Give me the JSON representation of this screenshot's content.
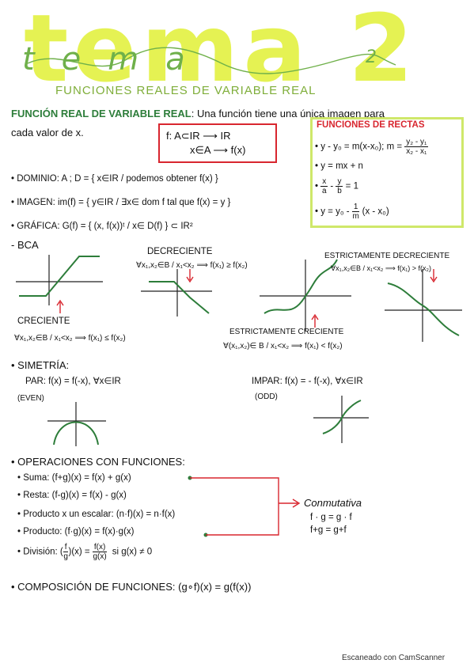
{
  "header": {
    "big_title": "tema 2",
    "script_title": "tema",
    "script_number": "2",
    "subtitle": "FUNCIONES REALES DE VARIABLE REAL"
  },
  "definition": {
    "heading": "FUNCIÓN REAL DE VARIABLE REAL",
    "text1": ": Una función tiene una única imagen para",
    "text2": "cada valor de x.",
    "boxed_line1": "f: A⊂IR ⟶ IR",
    "boxed_line2": "x∈A ⟶ f(x)"
  },
  "rectas": {
    "heading": "FUNCIONES DE RECTAS",
    "eq1": "y - y₀ = m(x-x₀); m =",
    "eq1_num": "y₂ - y₁",
    "eq1_den": "x₂ - x₁",
    "eq2": "y = mx + n",
    "eq3_a_num": "x",
    "eq3_a_den": "a",
    "eq3_b_num": "y",
    "eq3_b_den": "b",
    "eq3_tail": "= 1",
    "eq4_head": "y = y₀ -",
    "eq4_num": "1",
    "eq4_den": "m",
    "eq4_tail": "(x - x₀)"
  },
  "items": {
    "dominio": "• DOMINIO: A ; D = { x∈IR / podemos obtener f(x) }",
    "imagen": "• IMAGEN: im(f) = { y∈IR / ∃x∈ dom f tal que f(x) = y }",
    "grafica": "• GRÁFICA: G(f) = { (x, f(x))ᵗ / x∈ D(f) } ⊂ IR²",
    "bca": "- BCA"
  },
  "monotonia": {
    "decreciente_label": "DECRECIENTE",
    "decreciente_def": "∀x₁,x₂∈B / x₁<x₂ ⟹ f(x₁) ≥ f(x₂)",
    "estr_decreciente_label": "ESTRICTAMENTE DECRECIENTE",
    "estr_decreciente_def": "∀x₁,x₂∈B / x₁<x₂ ⟹ f(x₁) > f(x₂)",
    "creciente_label": "CRECIENTE",
    "creciente_def": "∀x₁,x₂∈B / x₁<x₂ ⟹ f(x₁) ≤ f(x₂)",
    "estr_creciente_label": "ESTRICTAMENTE CRECIENTE",
    "estr_creciente_def": "∀(x₁,x₂)∈ B / x₁<x₂ ⟹ f(x₁) < f(x₂)"
  },
  "simetria": {
    "heading": "• SIMETRÍA:",
    "par": "PAR: f(x) = f(-x), ∀x∈IR",
    "even": "(EVEN)",
    "impar": "IMPAR: f(x) = - f(-x), ∀x∈IR",
    "odd": "(ODD)"
  },
  "operaciones": {
    "heading": "• OPERACIONES CON FUNCIONES:",
    "suma": "• Suma: (f+g)(x) = f(x) + g(x)",
    "resta": "• Resta: (f-g)(x) = f(x) - g(x)",
    "producto_escalar": "• Producto x un escalar: (n·f)(x) = n·f(x)",
    "producto": "• Producto: (f·g)(x) = f(x)·g(x)",
    "division_head": "• División: (",
    "division_num_f": "f",
    "division_den_g": "g",
    "division_mid": ")(x) =",
    "division_num": "f(x)",
    "division_den": "g(x)",
    "division_tail": "si g(x) ≠ 0",
    "conmutativa": "Conmutativa",
    "conm_1": "f · g = g · f",
    "conm_2": "f+g = g+f"
  },
  "composicion": "• COMPOSICIÓN DE FUNCIONES: (g∘f)(x) = g(f(x))",
  "footer": "Escaneado con CamScanner"
}
